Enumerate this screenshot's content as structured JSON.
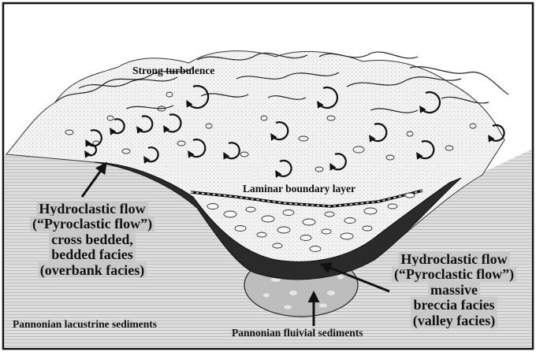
{
  "labels": {
    "strong_turbulence": "Strong turbulence",
    "laminar_boundary_layer": "Laminar boundary layer",
    "overbank": {
      "line1": "Hydroclastic flow",
      "line2": "(“Pyroclastic flow”)",
      "line3": "cross bedded,",
      "line4": "bedded facies",
      "line5": "(overbank facies)"
    },
    "valley": {
      "line1": "Hydroclastic flow",
      "line2": "(“Pyroclastic flow”)",
      "line3": "massive",
      "line4": "breccia facies",
      "line5": "(valley facies)"
    },
    "lacustrine": "Pannonian lacustrine sediments",
    "fluvial": "Pannonian fluivial sediments"
  },
  "colors": {
    "border": "#111111",
    "ground_fill": "#d9d9d9",
    "cloud_fill": "#f1f1f1",
    "valley_deposit": "#2a2a2a",
    "fluvial_fill": "#bdbdbd",
    "label_highlight": "#c9c9c9"
  }
}
